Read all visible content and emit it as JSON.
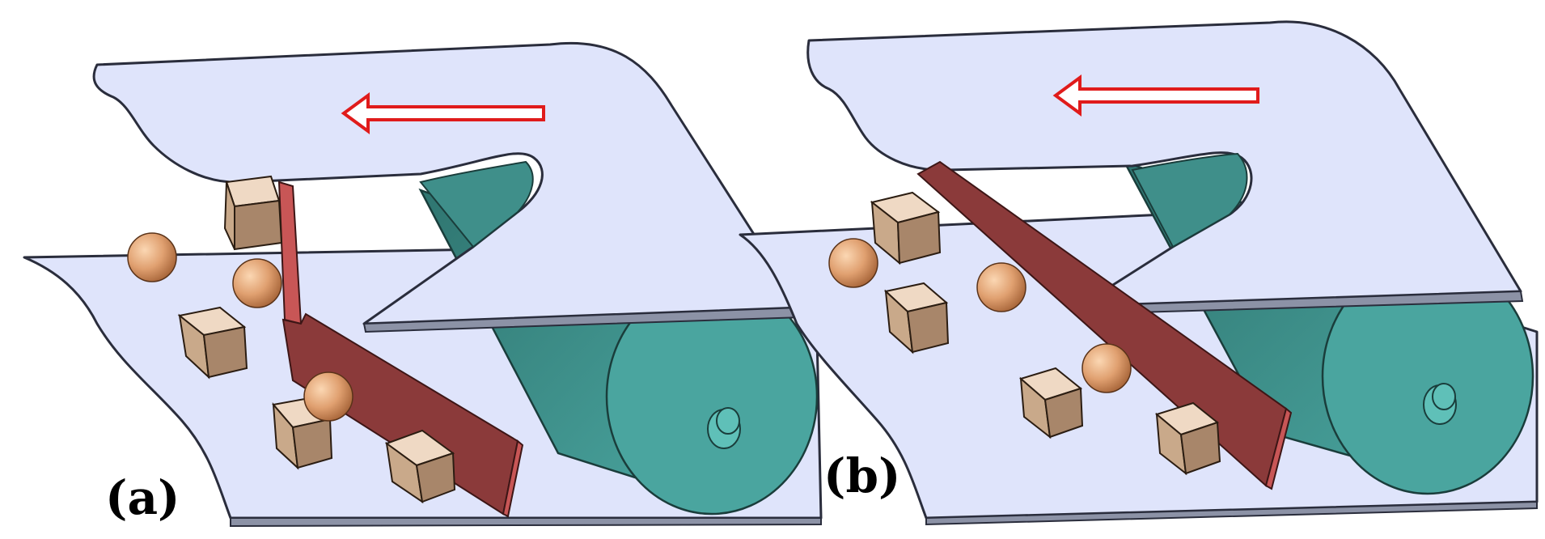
{
  "figure": {
    "panels": [
      {
        "id": "a",
        "label": "(a)"
      },
      {
        "id": "b",
        "label": "(b)"
      }
    ],
    "colors": {
      "belt": "#dfe4fb",
      "roller": "#4aa59f",
      "deflector_plate": "#8b3a3a",
      "cube": "#c9a98a",
      "ball": "#e0a070",
      "arrow": "#e01b1b"
    },
    "icons": {
      "direction_arrow": "left-arrow-icon"
    }
  }
}
